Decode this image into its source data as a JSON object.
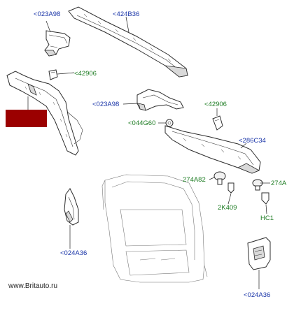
{
  "callouts": {
    "c_023a98_top": "<023A98",
    "c_424b36": "<424B36",
    "c_42906_left": "<42906",
    "c_023a98_mid": "<023A98",
    "c_42906_right": "<42906",
    "c_044g60": "<044G60",
    "c_286c34": "<286C34",
    "c_274a82": "274A82",
    "c_274a_cut": "274A",
    "c_2k409": "2K409",
    "c_hc1": "HC1",
    "c_024a36_left": "<024A36",
    "c_024a36_right": "<024A36"
  },
  "colors": {
    "blue_callout": "#1a35a8",
    "green_callout": "#1f7d24",
    "highlight_box": "#9b0000"
  },
  "footer": {
    "watermark": "www.Britauto.ru"
  }
}
